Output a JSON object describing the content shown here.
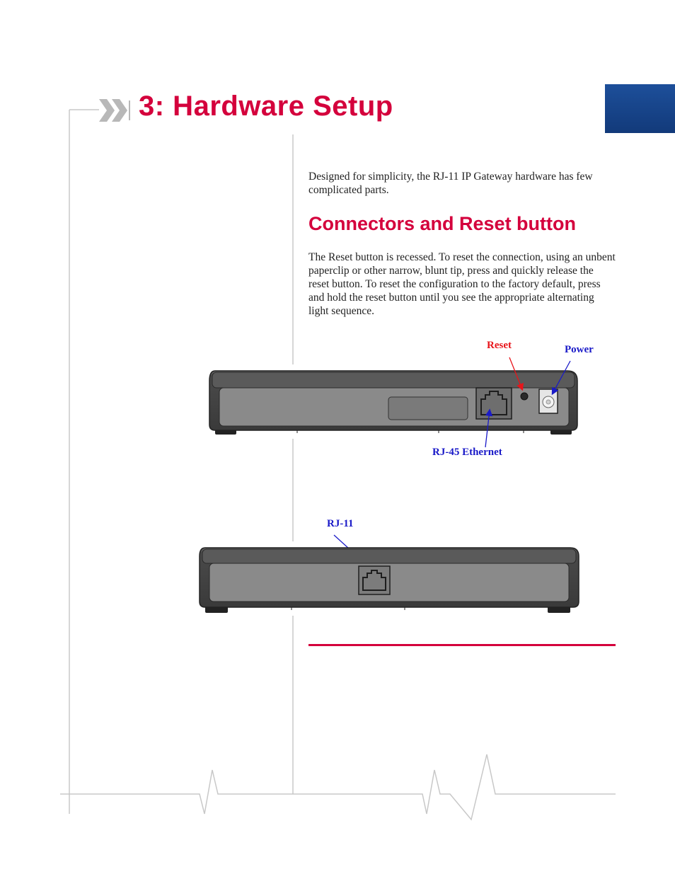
{
  "chapter": {
    "title": "3: Hardware Setup"
  },
  "intro": {
    "text": "Designed for simplicity, the  RJ-11 IP Gateway hardware has few complicated parts."
  },
  "section": {
    "heading": "Connectors and Reset button",
    "paragraph": "The Reset button is recessed. To reset the connection, using an unbent paperclip or other narrow, blunt tip, press and quickly release the reset button. To reset the configuration to the factory default, press and hold the reset button until you see the appropriate alternating light sequence."
  },
  "figure_back": {
    "labels": {
      "reset": "Reset",
      "power": "Power",
      "ethernet": "RJ-45 Ethernet"
    }
  },
  "figure_front": {
    "labels": {
      "rj11": "RJ-11"
    }
  },
  "colors": {
    "accent_red": "#d4003c",
    "tab_blue": "#1d4f9a",
    "label_red": "#e8141a",
    "label_blue": "#1a1ac8"
  }
}
